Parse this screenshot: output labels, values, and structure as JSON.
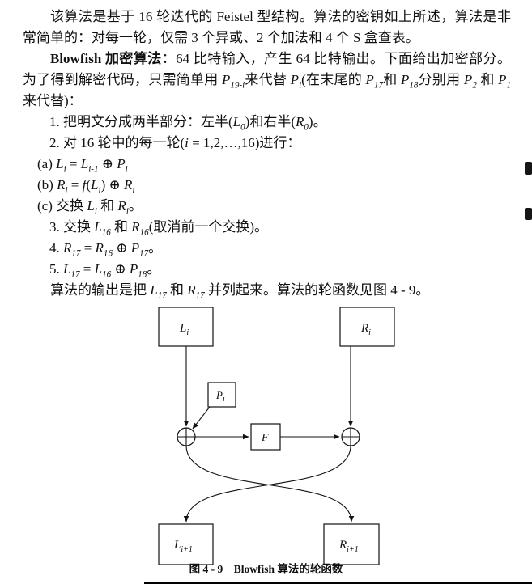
{
  "colors": {
    "ink": "#111111",
    "paper": "#ffffff"
  },
  "content": {
    "p1": [
      {
        "t": "该算法是基于 16 轮迭代的 Feistel 型结构。算法的密钥如上所述，算法是非常简单的：对每一轮，仅需 3 个异或、2 个加法和 4 个 S 盒查表。"
      }
    ],
    "p2": [
      {
        "t": "Blowfish 加密算法",
        "b": true
      },
      {
        "t": "：64 比特输入，产生 64 比特输出。下面给出加密部分。为了得到解密代码，只需简单用 "
      },
      {
        "v": "P",
        "s": "19-i"
      },
      {
        "t": "来代替 "
      },
      {
        "v": "P",
        "s": "i"
      },
      {
        "t": "(在末尾的 "
      },
      {
        "v": "P",
        "s": "17"
      },
      {
        "t": "和 "
      },
      {
        "v": "P",
        "s": "18"
      },
      {
        "t": "分别用 "
      },
      {
        "v": "P",
        "s": "2"
      },
      {
        "t": " 和 "
      },
      {
        "v": "P",
        "s": "1"
      },
      {
        "t": "来代替)："
      }
    ],
    "step1": [
      {
        "t": "1.  把明文分成两半部分：左半("
      },
      {
        "v": "L",
        "s": "0"
      },
      {
        "t": ")和右半("
      },
      {
        "v": "R",
        "s": "0"
      },
      {
        "t": ")。"
      }
    ],
    "step2": [
      {
        "t": "2.  对 16 轮中的每一轮("
      },
      {
        "v": "i"
      },
      {
        "t": " = 1,2,…,16)进行："
      }
    ],
    "step2a": [
      {
        "t": "(a) "
      },
      {
        "v": "L",
        "s": "i"
      },
      {
        "t": " = "
      },
      {
        "v": "L",
        "s": "i-1"
      },
      {
        "t": " ⊕ "
      },
      {
        "v": "P",
        "s": "i"
      }
    ],
    "step2b": [
      {
        "t": "(b) "
      },
      {
        "v": "R",
        "s": "i"
      },
      {
        "t": " = "
      },
      {
        "v": "f"
      },
      {
        "t": "("
      },
      {
        "v": "L",
        "s": "i"
      },
      {
        "t": ") ⊕ "
      },
      {
        "v": "R",
        "s": "i"
      }
    ],
    "step2c": [
      {
        "t": "(c) 交换 "
      },
      {
        "v": "L",
        "s": "i"
      },
      {
        "t": " 和 "
      },
      {
        "v": "R",
        "s": "i"
      },
      {
        "t": "。"
      }
    ],
    "step3": [
      {
        "t": "3.  交换 "
      },
      {
        "v": "L",
        "s": "16"
      },
      {
        "t": " 和 "
      },
      {
        "v": "R",
        "s": "16"
      },
      {
        "t": "(取消前一个交换)。"
      }
    ],
    "step4": [
      {
        "t": "4.  "
      },
      {
        "v": "R",
        "s": "17"
      },
      {
        "t": " = "
      },
      {
        "v": "R",
        "s": "16"
      },
      {
        "t": " ⊕ "
      },
      {
        "v": "P",
        "s": "17"
      },
      {
        "t": "。"
      }
    ],
    "step5": [
      {
        "t": "5.  "
      },
      {
        "v": "L",
        "s": "17"
      },
      {
        "t": " = "
      },
      {
        "v": "L",
        "s": "16"
      },
      {
        "t": " ⊕ "
      },
      {
        "v": "P",
        "s": "18"
      },
      {
        "t": "。"
      }
    ],
    "closing": [
      {
        "t": "算法的输出是把 "
      },
      {
        "v": "L",
        "s": "17"
      },
      {
        "t": " 和 "
      },
      {
        "v": "R",
        "s": "17"
      },
      {
        "t": " 并列起来。算法的轮函数见图 4 - 9。"
      }
    ]
  },
  "diagram": {
    "labels": {
      "li": {
        "base": "L",
        "sub": "i"
      },
      "ri": {
        "base": "R",
        "sub": "i"
      },
      "pi": {
        "base": "P",
        "sub": "i"
      },
      "f": {
        "base": "F"
      },
      "li1": {
        "base": "L",
        "sub": "i+1"
      },
      "ri1": {
        "base": "R",
        "sub": "i+1"
      }
    },
    "caption": "图 4 - 9　Blowfish 算法的轮函数"
  }
}
